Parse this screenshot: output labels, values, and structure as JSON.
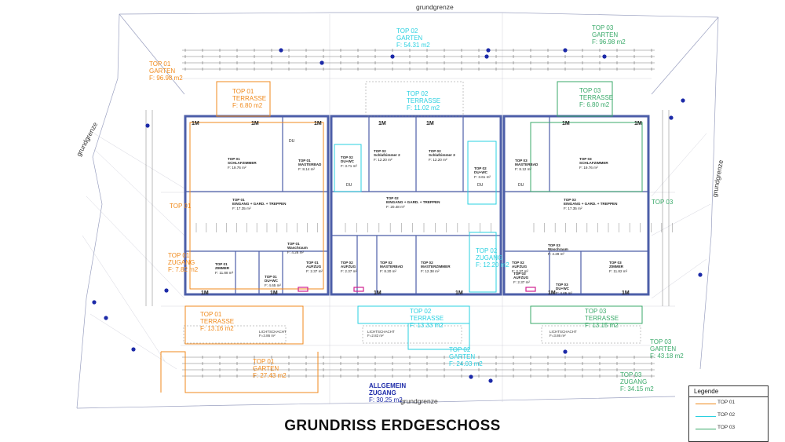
{
  "colors": {
    "top01": "#f08a1c",
    "top02": "#2ad0e0",
    "top03": "#3aaa6a",
    "allgemein": "#1c2aa8",
    "plan_lines": "#4c5ea8",
    "grid": "#b4b4b4"
  },
  "title": "GRUNDRISS ERDGESCHOSS",
  "boundary_labels": {
    "top": "grundgrenze",
    "bottom": "grundgrenze",
    "left": "grundgrenze",
    "right": "grundgrenze"
  },
  "zones": [
    {
      "key": "top01_garten",
      "name": "TOP 01",
      "sub": "GARTEN",
      "area": "F: 96.98 m2",
      "color": "top01"
    },
    {
      "key": "top02_garten_top",
      "name": "TOP 02",
      "sub": "GARTEN",
      "area": "F: 54.31 m2",
      "color": "top02"
    },
    {
      "key": "top03_garten_top",
      "name": "TOP 03",
      "sub": "GARTEN",
      "area": "F: 96.98 m2",
      "color": "top03"
    },
    {
      "key": "top01_terrasse_top",
      "name": "TOP 01",
      "sub": "TERRASSE",
      "area": "F: 6.80 m2",
      "color": "top01"
    },
    {
      "key": "top02_terrasse_top",
      "name": "TOP 02",
      "sub": "TERRASSE",
      "area": "F: 11.02 m2",
      "color": "top02"
    },
    {
      "key": "top03_terrasse_top",
      "name": "TOP 03",
      "sub": "TERRASSE",
      "area": "F: 6.80 m2",
      "color": "top03"
    },
    {
      "key": "top01_zugang",
      "name": "TOP 01",
      "sub": "ZUGANG",
      "area": "F: 7.82 m2",
      "color": "top01"
    },
    {
      "key": "top02_zugang",
      "name": "TOP 02",
      "sub": "ZUGANG",
      "area": "F: 12.20 m2",
      "color": "top02"
    },
    {
      "key": "top01_terrasse_bot",
      "name": "TOP 01",
      "sub": "TERRASSE",
      "area": "F: 13.16 m2",
      "color": "top01"
    },
    {
      "key": "top02_terrasse_bot",
      "name": "TOP 02",
      "sub": "TERRASSE",
      "area": "F: 13.33 m2",
      "color": "top02"
    },
    {
      "key": "top03_terrasse_bot",
      "name": "TOP 03",
      "sub": "TERRASSE",
      "area": "F: 13.15 m2",
      "color": "top03"
    },
    {
      "key": "top01_garten_bot",
      "name": "TOP 01",
      "sub": "GARTEN",
      "area": "F: 27.43 m2",
      "color": "top01"
    },
    {
      "key": "top02_garten_bot",
      "name": "TOP 02",
      "sub": "GARTEN",
      "area": "F: 24.03 m2",
      "color": "top02"
    },
    {
      "key": "top03_garten_bot",
      "name": "TOP 03",
      "sub": "GARTEN",
      "area": "F: 43.18 m2",
      "color": "top03"
    },
    {
      "key": "top03_zugang",
      "name": "TOP 03",
      "sub": "ZUGANG",
      "area": "F: 34.15 m2",
      "color": "top03"
    },
    {
      "key": "allgemein_zugang",
      "name": "ALLGEMEIN",
      "sub": "ZUGANG",
      "area": "F: 30.25 m2",
      "color": "allgemein"
    }
  ],
  "side_tags": {
    "top01": "TOP 01",
    "top03": "TOP 03"
  },
  "rooms": [
    {
      "key": "r01_schlaf",
      "name": "TOP 01",
      "sub": "SCHLAFZIMMER",
      "area": "F: 19.76 m²"
    },
    {
      "key": "r01_masterbad",
      "name": "TOP 01",
      "sub": "MASTERBAD",
      "area": "F: 8.14 m²"
    },
    {
      "key": "r01_eingang",
      "name": "TOP 01",
      "sub": "EINGANG + GARD. + TREPPEN",
      "area": "F: 17.35 m²"
    },
    {
      "key": "r01_wasch",
      "name": "TOP 01",
      "sub": "Waschraum",
      "area": "F: 4.28 m²"
    },
    {
      "key": "r01_zimmer",
      "name": "TOP 01",
      "sub": "ZIMMER",
      "area": "F: 11.88 m²"
    },
    {
      "key": "r01_du",
      "name": "TOP 01",
      "sub": "DU+WC",
      "area": "F: 4.65 m²"
    },
    {
      "key": "r01_aufzug",
      "name": "TOP 01",
      "sub": "AUFZUG",
      "area": "F: 2.37 m²"
    },
    {
      "key": "r02_du",
      "name": "TOP 02",
      "sub": "DU+WC",
      "area": "F: 3.71 m²"
    },
    {
      "key": "r02_schlaf2",
      "name": "TOP 02",
      "sub": "Schlafzimmer 2",
      "area": "F: 12.20 m²"
    },
    {
      "key": "r02_schlaf3",
      "name": "TOP 02",
      "sub": "Schlafzimmer 3",
      "area": "F: 12.20 m²"
    },
    {
      "key": "r02_wc",
      "name": "TOP 02",
      "sub": "DU+WC",
      "area": "F: 3.61 m²"
    },
    {
      "key": "r02_eingang",
      "name": "TOP 02",
      "sub": "EINGANG + GARD. + TREPPEN",
      "area": "F: 20.48 m²"
    },
    {
      "key": "r02_masterbad",
      "name": "TOP 02",
      "sub": "MASTERBAD",
      "area": "F: 8.20 m²"
    },
    {
      "key": "r02_masterzimmer",
      "name": "TOP 02",
      "sub": "MASTERZIMMER",
      "area": "F: 12.38 m²"
    },
    {
      "key": "r02_aufzug_l",
      "name": "TOP 02",
      "sub": "AUFZUG",
      "area": "F: 2.37 m²"
    },
    {
      "key": "r02_aufzug_r",
      "name": "TOP 02",
      "sub": "AUFZUG",
      "area": "F: 2.37 m²"
    },
    {
      "key": "r03_masterbad",
      "name": "TOP 03",
      "sub": "MASTERBAD",
      "area": "F: 8.12 m²"
    },
    {
      "key": "r03_schlaf",
      "name": "TOP 03",
      "sub": "SCHLAFZIMMER",
      "area": "F: 19.76 m²"
    },
    {
      "key": "r03_eingang",
      "name": "TOP 03",
      "sub": "EINGANG + GARD. + TREPPEN",
      "area": "F: 17.35 m²"
    },
    {
      "key": "r03_wasch",
      "name": "TOP 03",
      "sub": "Waschraum",
      "area": "F: 4.29 m²"
    },
    {
      "key": "r03_zimmer",
      "name": "TOP 03",
      "sub": "ZIMMER",
      "area": "F: 11.82 m²"
    },
    {
      "key": "r03_du",
      "name": "TOP 03",
      "sub": "DU+WC",
      "area": "F: 4.65 m²"
    },
    {
      "key": "r03_aufzug",
      "name": "TOP 03",
      "sub": "AUFZUG",
      "area": "F: 2.37 m²"
    }
  ],
  "lichtschacht": {
    "name": "LICHTSCHACHT",
    "areas": [
      "F=3.86 m²",
      "F=2.82 m²",
      "F=3.86 m²"
    ]
  },
  "marks": {
    "m1": "1M",
    "du": "DU"
  },
  "legend": {
    "title": "Legende",
    "items": [
      {
        "label": "TOP 01",
        "color": "top01"
      },
      {
        "label": "TOP 02",
        "color": "top02"
      },
      {
        "label": "TOP 03",
        "color": "top03"
      }
    ]
  }
}
